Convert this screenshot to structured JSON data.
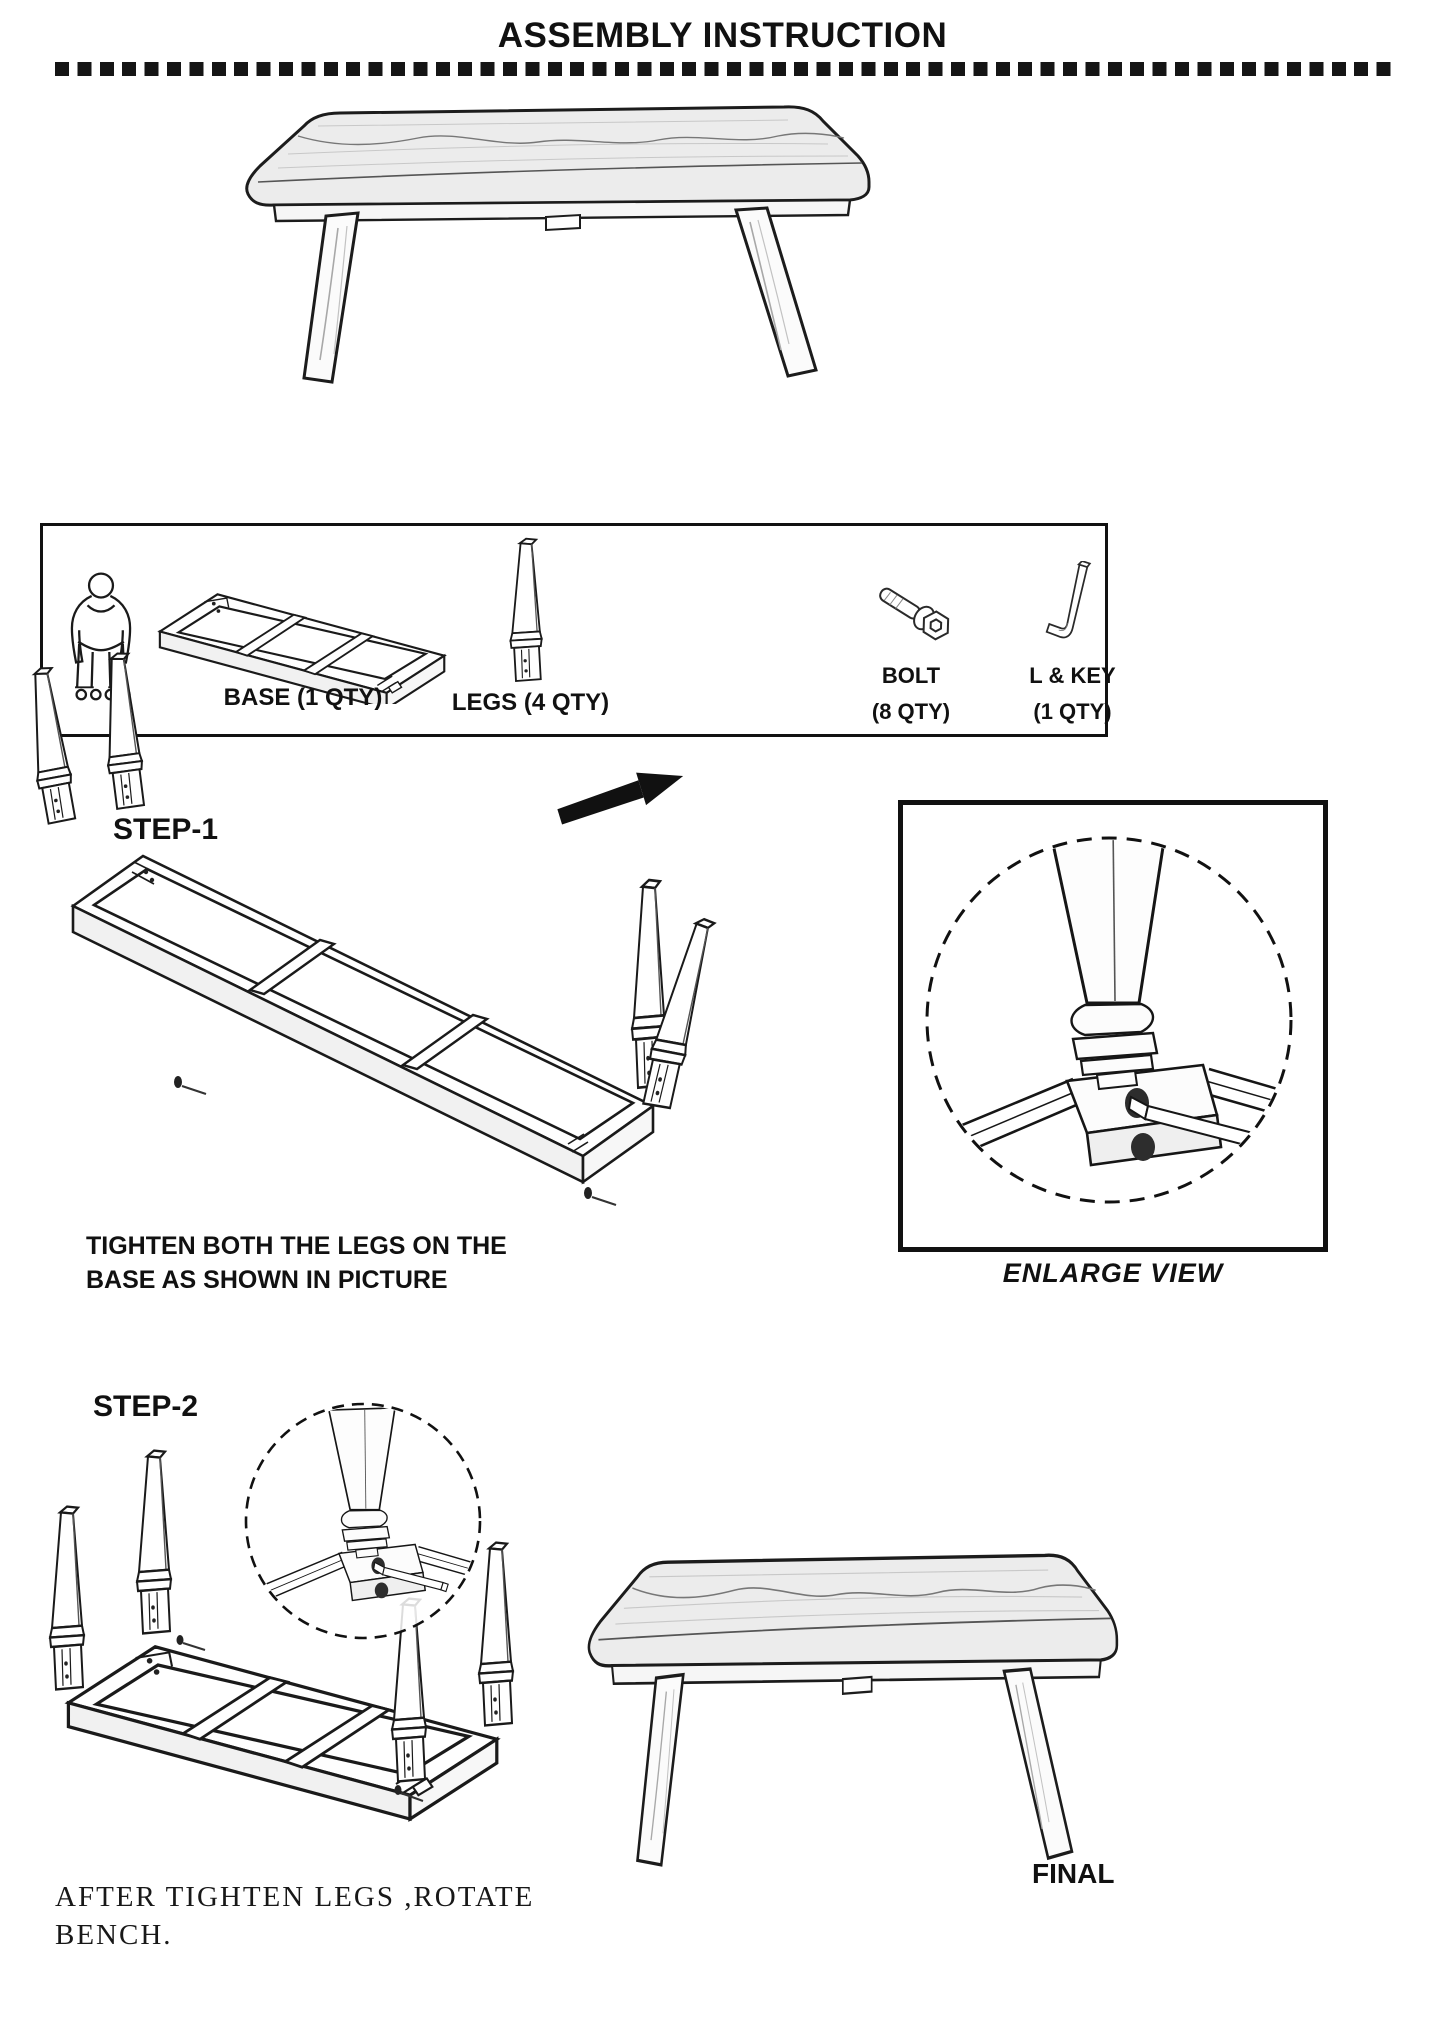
{
  "title": "ASSEMBLY INSTRUCTION",
  "parts_box": {
    "base_label": "BASE (1 QTY)",
    "legs_label": "LEGS (4 QTY)",
    "bolt_label": "BOLT",
    "bolt_qty": "(8 QTY)",
    "l_key_label": "L & KEY",
    "l_key_qty": "(1 QTY)"
  },
  "step1": {
    "heading": "STEP-1",
    "instruction_line1": "TIGHTEN BOTH THE LEGS ON THE",
    "instruction_line2": "BASE AS SHOWN IN PICTURE",
    "enlarge_view_label": "ENLARGE VIEW"
  },
  "step2": {
    "heading": "STEP-2"
  },
  "final_section": {
    "label": "FINAL",
    "note_line1": "AFTER TIGHTEN LEGS ,ROTATE",
    "note_line2": "BENCH."
  },
  "icons": {
    "person_icon": "standing-person-outline",
    "base_icon": "isometric-base-frame",
    "leg_icon": "tapered-wooden-leg",
    "bolt_icon": "hex-head-bolt",
    "l_key_icon": "l-shaped-allen-key",
    "arrow_icon": "solid-arrow-pointing-right-up",
    "enlarge_icon": "dashed-circle-magnified-detail"
  },
  "colors": {
    "ink": "#141414",
    "paper": "#ffffff",
    "cushion_fill": "#ececec"
  }
}
